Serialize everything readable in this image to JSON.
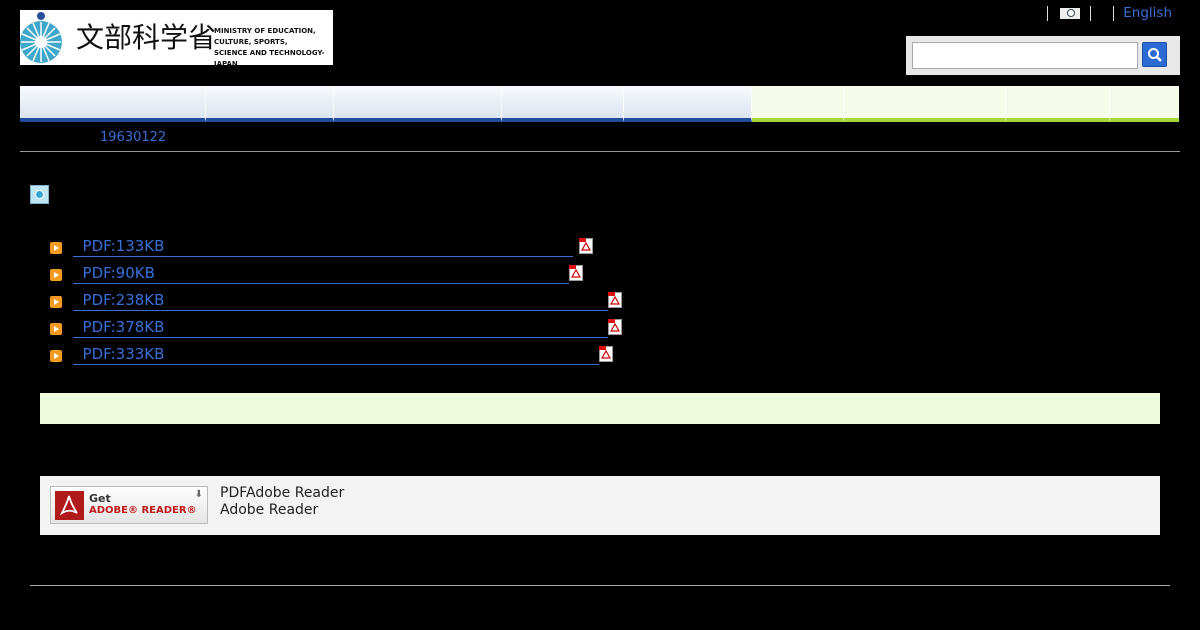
{
  "header": {
    "logo_kanji": "文部科学省",
    "logo_english_lines": [
      "MINISTRY OF EDUCATION,",
      "CULTURE, SPORTS,",
      "SCIENCE AND TECHNOLOGY-JAPAN"
    ],
    "language_link": "English",
    "search": {
      "value": "",
      "placeholder": ""
    }
  },
  "global_nav": {
    "blue_items": [
      "",
      "",
      "",
      "",
      ""
    ],
    "green_items": [
      "",
      "",
      "",
      "",
      ""
    ]
  },
  "breadcrumb": "19630122",
  "documents": [
    {
      "label": "  PDF:133KB"
    },
    {
      "label": "  PDF:90KB"
    },
    {
      "label": "  PDF:238KB"
    },
    {
      "label": "  PDF:378KB"
    },
    {
      "label": "  PDF:333KB"
    }
  ],
  "reader": {
    "badge_line1": "Get",
    "badge_line2": "ADOBE® READER®",
    "text_line1": "PDFAdobe Reader",
    "text_line2": "Adobe Reader"
  },
  "colors": {
    "link": "#3a6fd8",
    "nav_blue": "#1f4d9c",
    "nav_green": "#a6d63a",
    "bullet_orange": "#f39a21"
  }
}
